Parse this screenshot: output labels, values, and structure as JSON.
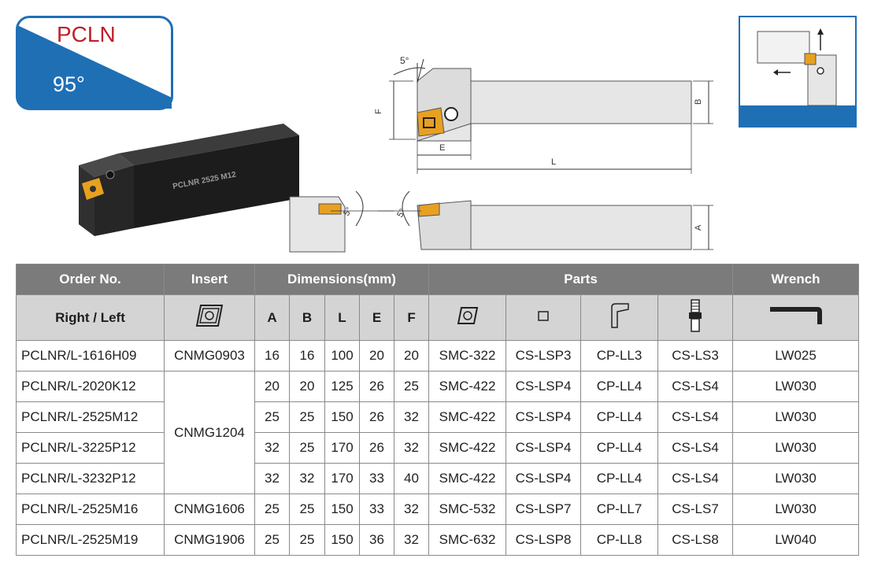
{
  "badge": {
    "title": "PCLN",
    "angle": "95°"
  },
  "product": {
    "label": "PCLNR 2525 M12"
  },
  "drawing": {
    "angle_top": "5°",
    "angle_side_left": "5°",
    "angle_side_right": "5°",
    "dim_F": "F",
    "dim_E": "E",
    "dim_L": "L",
    "dim_B": "B",
    "dim_A": "A"
  },
  "table": {
    "header_groups": {
      "order": "Order No.",
      "insert": "Insert",
      "dimensions": "Dimensions(mm)",
      "parts": "Parts",
      "wrench": "Wrench"
    },
    "sub_headers": {
      "order": "Right / Left",
      "A": "A",
      "B": "B",
      "L": "L",
      "E": "E",
      "F": "F"
    },
    "rows": [
      {
        "order": "PCLNR/L-1616H09",
        "insert": "CNMG0903",
        "A": "16",
        "B": "16",
        "L": "100",
        "E": "20",
        "F": "20",
        "p1": "SMC-322",
        "p2": "CS-LSP3",
        "p3": "CP-LL3",
        "p4": "CS-LS3",
        "wrench": "LW025"
      },
      {
        "order": "PCLNR/L-2020K12",
        "insert": "CNMG1204",
        "A": "20",
        "B": "20",
        "L": "125",
        "E": "26",
        "F": "25",
        "p1": "SMC-422",
        "p2": "CS-LSP4",
        "p3": "CP-LL4",
        "p4": "CS-LS4",
        "wrench": "LW030"
      },
      {
        "order": "PCLNR/L-2525M12",
        "A": "25",
        "B": "25",
        "L": "150",
        "E": "26",
        "F": "32",
        "p1": "SMC-422",
        "p2": "CS-LSP4",
        "p3": "CP-LL4",
        "p4": "CS-LS4",
        "wrench": "LW030"
      },
      {
        "order": "PCLNR/L-3225P12",
        "A": "32",
        "B": "25",
        "L": "170",
        "E": "26",
        "F": "32",
        "p1": "SMC-422",
        "p2": "CS-LSP4",
        "p3": "CP-LL4",
        "p4": "CS-LS4",
        "wrench": "LW030"
      },
      {
        "order": "PCLNR/L-3232P12",
        "A": "32",
        "B": "32",
        "L": "170",
        "E": "33",
        "F": "40",
        "p1": "SMC-422",
        "p2": "CS-LSP4",
        "p3": "CP-LL4",
        "p4": "CS-LS4",
        "wrench": "LW030"
      },
      {
        "order": "PCLNR/L-2525M16",
        "insert": "CNMG1606",
        "A": "25",
        "B": "25",
        "L": "150",
        "E": "33",
        "F": "32",
        "p1": "SMC-532",
        "p2": "CS-LSP7",
        "p3": "CP-LL7",
        "p4": "CS-LS7",
        "wrench": "LW030"
      },
      {
        "order": "PCLNR/L-2525M19",
        "insert": "CNMG1906",
        "A": "25",
        "B": "25",
        "L": "150",
        "E": "36",
        "F": "32",
        "p1": "SMC-632",
        "p2": "CS-LSP8",
        "p3": "CP-LL8",
        "p4": "CS-LS8",
        "wrench": "LW040"
      }
    ]
  },
  "icons": {
    "insert": "rhombus-insert-icon",
    "shim": "shim-icon",
    "screw": "square-screw-icon",
    "clamp": "clamp-icon",
    "lever": "lever-screw-icon",
    "wrench": "hex-wrench-icon"
  },
  "colors": {
    "blue": "#1f6fb5",
    "red": "#c0202a",
    "orange": "#e8a020",
    "header_dark": "#7b7b7b",
    "header_light": "#d4d4d4"
  }
}
